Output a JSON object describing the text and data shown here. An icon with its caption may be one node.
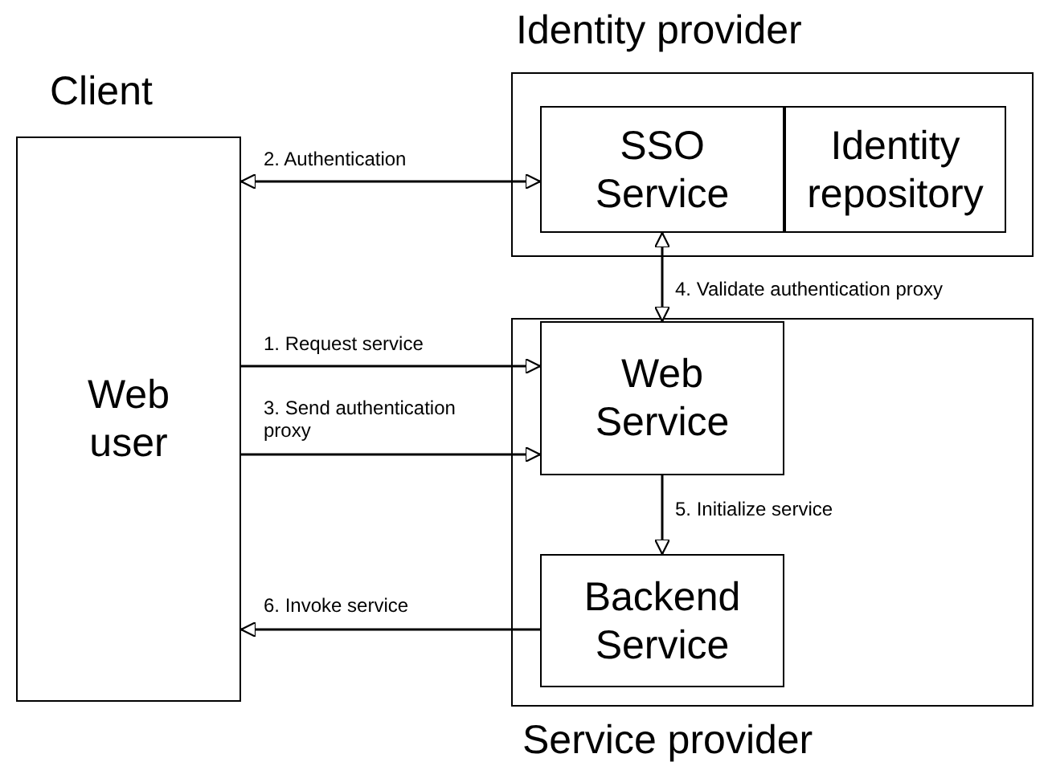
{
  "diagram": {
    "nodes": [
      {
        "text": [
          "Client",
          "Web user"
        ]
      },
      {
        "text": [
          "Identity provider"
        ]
      },
      {
        "text": [
          "SSO Service"
        ],
        "in": 1
      },
      {
        "text": [
          "Identity repository"
        ],
        "in": 1
      },
      {
        "text": [
          "Service provider"
        ]
      },
      {
        "text": [
          "Web Service"
        ],
        "in": 4
      },
      {
        "text": [
          "Backend Service"
        ],
        "in": 4
      }
    ],
    "edges": [
      {
        "from": 0,
        "to": 5,
        "arrow": "to",
        "label": "1. Request service"
      },
      {
        "from": 0,
        "to": 2,
        "arrow": "both",
        "label": "2. Authentication"
      },
      {
        "from": 0,
        "to": 5,
        "arrow": "to",
        "label": "3. Send authentication proxy"
      },
      {
        "from": 2,
        "to": 5,
        "arrow": "both",
        "label": "4. Validate authentication proxy"
      },
      {
        "from": 5,
        "to": 6,
        "arrow": "to",
        "label": "5. Initialize service"
      },
      {
        "from": 6,
        "to": 0,
        "arrow": "to",
        "label": "6. Invoke service"
      }
    ]
  }
}
